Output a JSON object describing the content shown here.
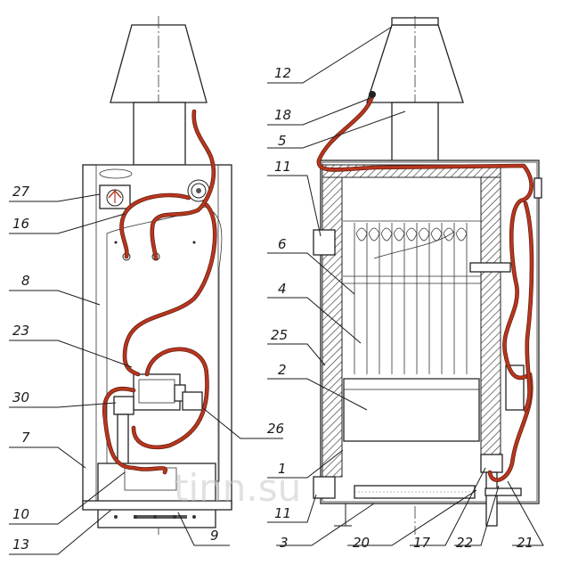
{
  "labels_left": [
    {
      "id": "27",
      "text": "27"
    },
    {
      "id": "16",
      "text": "16"
    },
    {
      "id": "8",
      "text": "8"
    },
    {
      "id": "23",
      "text": "23"
    },
    {
      "id": "30",
      "text": "30"
    },
    {
      "id": "7",
      "text": "7"
    },
    {
      "id": "10",
      "text": "10"
    },
    {
      "id": "13",
      "text": "13"
    },
    {
      "id": "9",
      "text": "9"
    },
    {
      "id": "26",
      "text": "26"
    }
  ],
  "labels_right": [
    {
      "id": "12",
      "text": "12"
    },
    {
      "id": "18",
      "text": "18"
    },
    {
      "id": "5",
      "text": "5"
    },
    {
      "id": "11a",
      "text": "11"
    },
    {
      "id": "6",
      "text": "6"
    },
    {
      "id": "4",
      "text": "4"
    },
    {
      "id": "25",
      "text": "25"
    },
    {
      "id": "2",
      "text": "2"
    },
    {
      "id": "1",
      "text": "1"
    },
    {
      "id": "11b",
      "text": "11"
    },
    {
      "id": "3",
      "text": "3"
    },
    {
      "id": "20",
      "text": "20"
    },
    {
      "id": "17",
      "text": "17"
    },
    {
      "id": "22",
      "text": "22"
    },
    {
      "id": "21",
      "text": "21"
    }
  ],
  "watermark": "tinn.su",
  "colors": {
    "tube": "#b8361e",
    "ink": "#1a1a1a"
  }
}
